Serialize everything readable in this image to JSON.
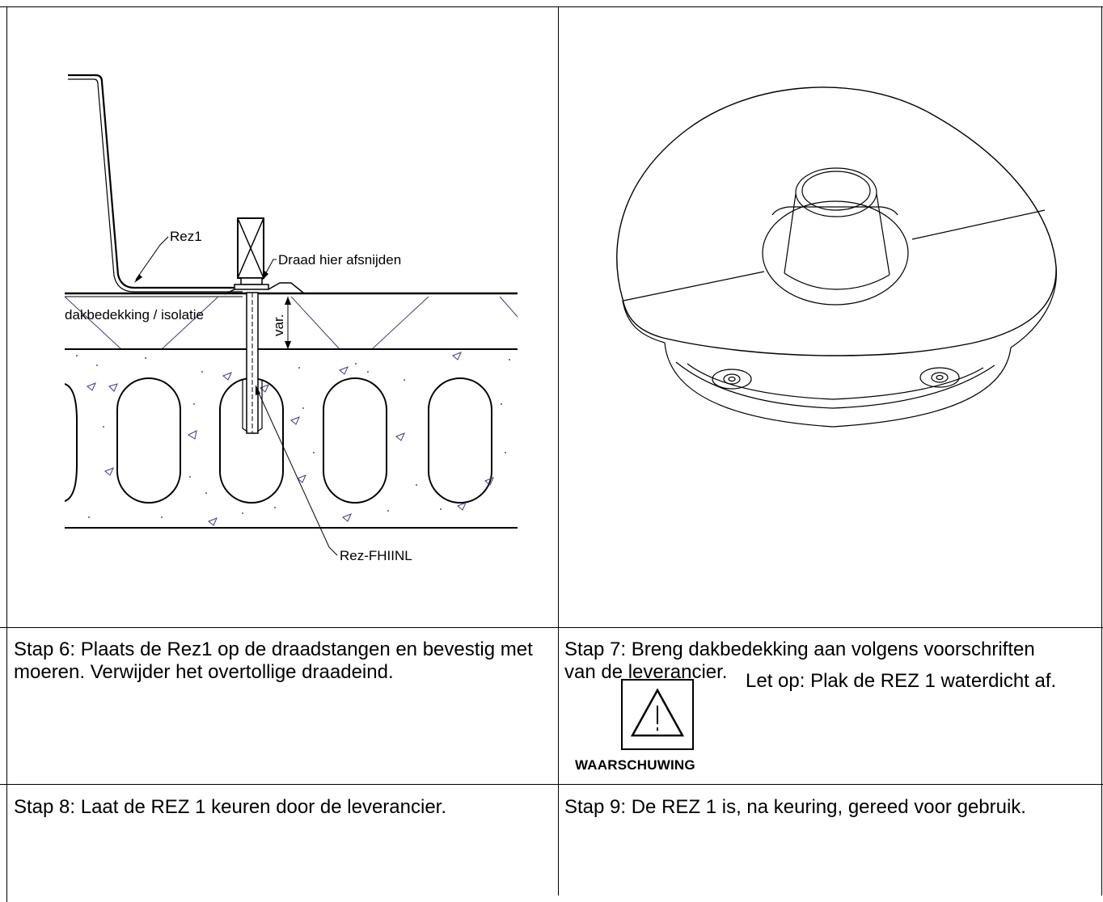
{
  "drawing_left": {
    "labels": {
      "rez1": "Rez1",
      "cut": "Draad hier afsnijden",
      "roof": "dakbedekking / isolatie",
      "var": "var.",
      "anchor": "Rez-FHIINL"
    }
  },
  "steps": {
    "step6": "Stap 6: Plaats de Rez1 op de draadstangen en bevestig met moeren. Verwijder het overtollige draadeind.",
    "step7": "Stap 7: Breng dakbedekking aan volgens voorschriften van de leverancier.",
    "step7_note": "Let op: Plak de REZ 1 waterdicht af.",
    "warning": "WAARSCHUWING",
    "step8": "Stap 8: Laat de REZ 1 keuren door de leverancier.",
    "step9": "Stap 9: De REZ 1 is, na keuring, gereed voor gebruik."
  }
}
